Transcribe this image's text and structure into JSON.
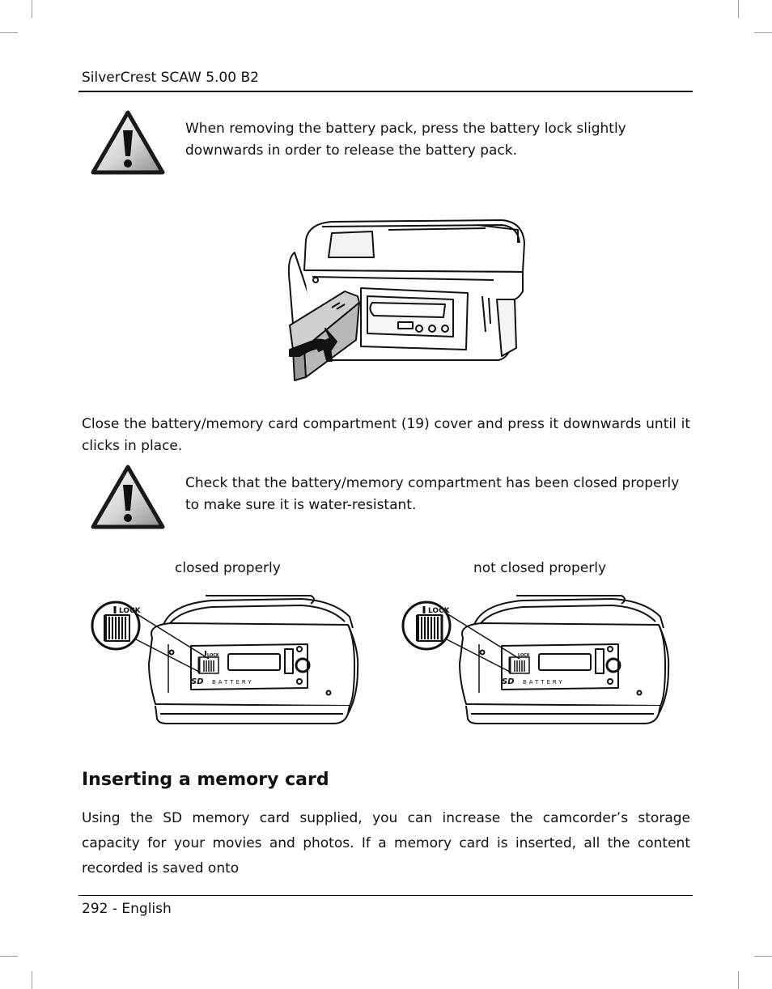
{
  "header": {
    "product": "SilverCrest SCAW 5.00 B2"
  },
  "warning1": {
    "text": "When removing the battery pack, press the battery lock slightly downwards in order to release the battery pack."
  },
  "paragraph_close": "Close the battery/memory card compartment (19) cover and press it downwards until it clicks in place.",
  "warning2": {
    "text": "Check that the battery/memory compartment has been closed properly to make sure it is water-resistant."
  },
  "figure_labels": {
    "closed": "closed properly",
    "not_closed": "not closed properly",
    "lock": "LOCK",
    "sd": "SD",
    "battery": "BATTERY"
  },
  "section": {
    "title": "Inserting a memory card",
    "body": "Using the SD memory card supplied, you can increase the camcorder’s storage capacity for your movies and photos. If a memory card is inserted, all the content recorded is saved onto"
  },
  "footer": {
    "page": "292 - English"
  }
}
